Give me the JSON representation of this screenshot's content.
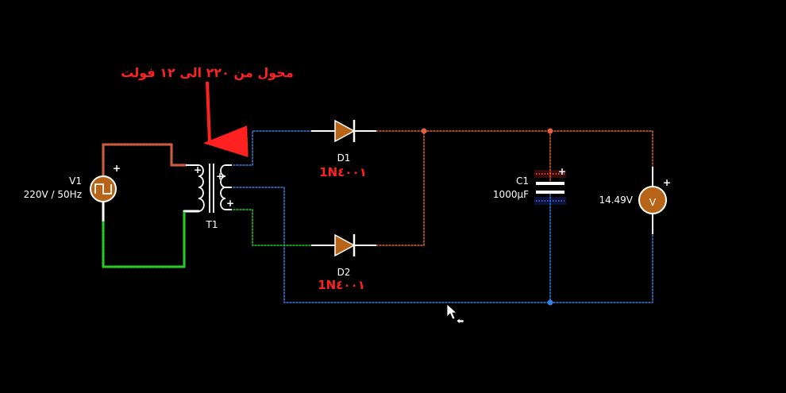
{
  "annotation": {
    "text": "محول من ٢٢٠ الى ١٢ فولت",
    "color": "#ff2020"
  },
  "components": {
    "source": {
      "name": "V1",
      "value": "220V / 50Hz",
      "icon": "square-wave-icon",
      "polarity": "+"
    },
    "transformer": {
      "name": "T1",
      "plus_primary": "+",
      "plus_secondary_top": "+",
      "plus_secondary_bottom": "+"
    },
    "diode1": {
      "name": "D1",
      "part": "1N٤٠٠١"
    },
    "diode2": {
      "name": "D2",
      "part": "1N٤٠٠١"
    },
    "capacitor": {
      "name": "C1",
      "value": "1000μF",
      "polarity": "+"
    },
    "voltmeter": {
      "reading": "14.49V",
      "symbol": "V",
      "polarity": "+"
    }
  },
  "colors": {
    "wire_positive": "#e0603a",
    "wire_negative": "#3a7de0",
    "wire_ground": "#22cc22",
    "wire_primary": "#d05a3a",
    "component_fill": "#b86418",
    "component_stroke": "#ffffff",
    "label": "#ffffff",
    "background": "#000000"
  }
}
